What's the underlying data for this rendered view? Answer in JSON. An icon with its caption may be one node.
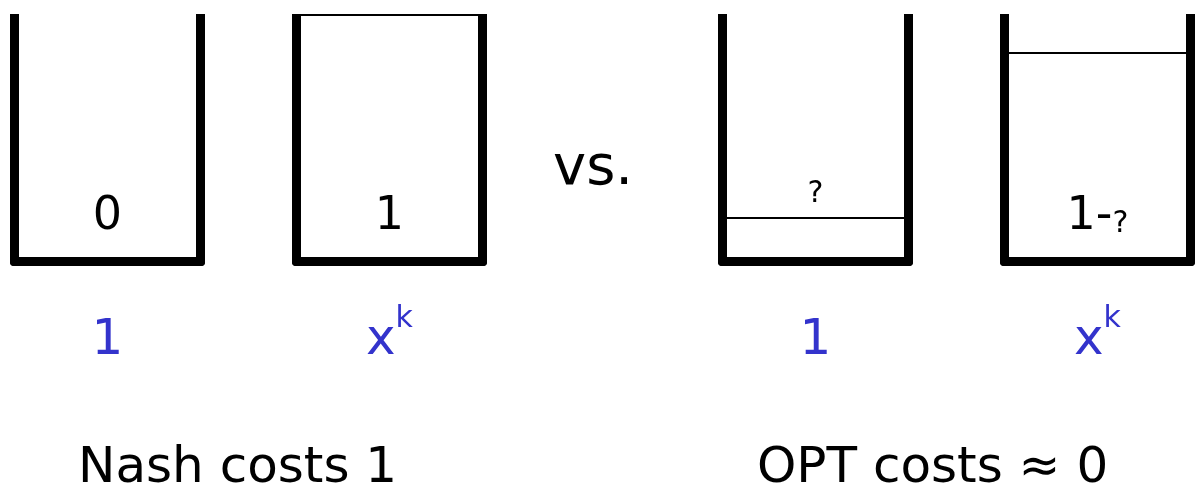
{
  "diagram": {
    "nodes": [
      {
        "text": [
          "0"
        ],
        "beside": [
          "1"
        ]
      },
      {
        "text": [
          "1"
        ],
        "beside": [
          "x$^{k}$"
        ]
      },
      {
        "text": [
          "?"
        ],
        "beside": [
          "1"
        ]
      },
      {
        "text": [
          "1-$_{?}$"
        ],
        "beside": [
          "x$^{k}$"
        ]
      }
    ],
    "labels": [
      "vs.",
      "Nash costs 1",
      "OPT costs ≈ 0"
    ]
  }
}
